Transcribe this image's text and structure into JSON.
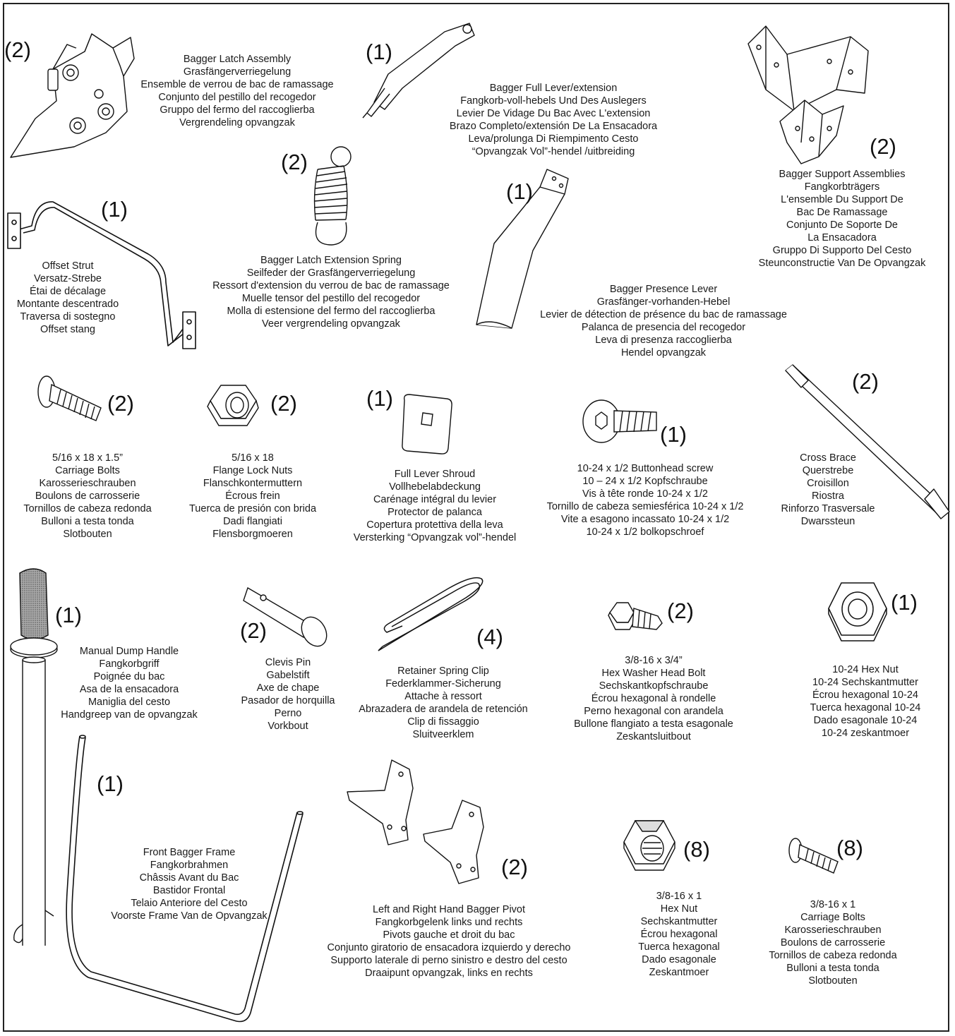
{
  "parts": [
    {
      "id": "bagger-latch-assembly",
      "qty": "(2)",
      "lines": [
        "Bagger Latch Assembly",
        "Grasfängerverriegelung",
        "Ensemble de verrou de bac de ramassage",
        "Conjunto del pestillo del recogedor",
        "Gruppo del fermo del raccoglierba",
        "Vergrendeling opvangzak"
      ]
    },
    {
      "id": "bagger-full-lever",
      "qty": "(1)",
      "lines": [
        "Bagger Full Lever/extension",
        "Fangkorb-voll-hebels Und Des Auslegers",
        "Levier De Vidage Du Bac Avec L'extension",
        "Brazo Completo/extensión De La Ensacadora",
        "Leva/prolunga Di Riempimento Cesto",
        "“Opvangzak Vol”-hendel /uitbreiding"
      ]
    },
    {
      "id": "bagger-support-assemblies",
      "qty": "(2)",
      "lines": [
        "Bagger Support Assemblies",
        "Fangkorbträgers",
        "L'ensemble Du Support De",
        "Bac De Ramassage",
        "Conjunto De Soporte De",
        "La Ensacadora",
        "Gruppo Di Supporto Del Cesto",
        "Steunconstructie Van De Opvangzak"
      ]
    },
    {
      "id": "offset-strut",
      "qty": "(1)",
      "lines": [
        "Offset Strut",
        "Versatz-Strebe",
        "Étai de décalage",
        "Montante descentrado",
        "Traversa di sostegno",
        "Offset stang"
      ]
    },
    {
      "id": "bagger-latch-extension-spring",
      "qty": "(2)",
      "lines": [
        "Bagger Latch Extension Spring",
        "Seilfeder der Grasfängerverriegelung",
        "Ressort d'extension du verrou de bac de ramassage",
        "Muelle tensor del pestillo del recogedor",
        "Molla di estensione del fermo del raccoglierba",
        "Veer vergrendeling opvangzak"
      ]
    },
    {
      "id": "bagger-presence-lever",
      "qty": "(1)",
      "lines": [
        "Bagger Presence Lever",
        "Grasfänger-vorhanden-Hebel",
        "Levier de détection de présence du bac de ramassage",
        "Palanca de presencia del recogedor",
        "Leva di presenza raccoglierba",
        "Hendel opvangzak"
      ]
    },
    {
      "id": "carriage-bolts-5-16",
      "qty": "(2)",
      "lines": [
        "5/16 x 18 x 1.5”",
        "Carriage Bolts",
        "Karosserieschrauben",
        "Boulons de carrosserie",
        "Tornillos de cabeza redonda",
        "Bulloni a testa tonda",
        "Slotbouten"
      ]
    },
    {
      "id": "flange-lock-nuts",
      "qty": "(2)",
      "lines": [
        "5/16 x 18",
        "Flange Lock Nuts",
        "Flanschkontermuttern",
        "Écrous frein",
        "Tuerca de presión con brida",
        "Dadi flangiati",
        "Flensborgmoeren"
      ]
    },
    {
      "id": "full-lever-shroud",
      "qty": "(1)",
      "lines": [
        "Full Lever Shroud",
        "Vollhebelabdeckung",
        "Carénage intégral du levier",
        "Protector de palanca",
        "Copertura protettiva della leva",
        "Versterking “Opvangzak vol”-hendel"
      ]
    },
    {
      "id": "buttonhead-screw",
      "qty": "(1)",
      "lines": [
        "10-24 x 1/2 Buttonhead screw",
        "10 – 24 x 1/2 Kopfschraube",
        "Vis à tête ronde 10-24 x 1/2",
        "Tornillo de cabeza semiesférica 10-24 x 1/2",
        "Vite a esagono incassato 10-24 x 1/2",
        "10-24 x 1/2 bolkopschroef"
      ]
    },
    {
      "id": "cross-brace",
      "qty": "(2)",
      "lines": [
        "Cross Brace",
        "Querstrebe",
        "Croisillon",
        "Riostra",
        "Rinforzo Trasversale",
        "Dwarssteun"
      ]
    },
    {
      "id": "manual-dump-handle",
      "qty": "(1)",
      "lines": [
        "Manual Dump Handle",
        "Fangkorbgriff",
        "Poignée du bac",
        "Asa de la ensacadora",
        "Maniglia del cesto",
        "Handgreep van de opvangzak"
      ]
    },
    {
      "id": "clevis-pin",
      "qty": "(2)",
      "lines": [
        "Clevis Pin",
        "Gabelstift",
        "Axe de chape",
        "Pasador de horquilla",
        "Perno",
        "Vorkbout"
      ]
    },
    {
      "id": "retainer-spring-clip",
      "qty": "(4)",
      "lines": [
        "Retainer Spring Clip",
        "Federklammer-Sicherung",
        "Attache à ressort",
        "Abrazadera de arandela de retención",
        "Clip di fissaggio",
        "Sluitveerklem"
      ]
    },
    {
      "id": "hex-washer-head-bolt",
      "qty": "(2)",
      "lines": [
        "3/8-16 x 3/4”",
        "Hex Washer Head Bolt",
        "Sechskantkopfschraube",
        "Écrou hexagonal à rondelle",
        "Perno hexagonal con arandela",
        "Bullone flangiato a testa esagonale",
        "Zeskantsluitbout"
      ]
    },
    {
      "id": "hex-nut-10-24",
      "qty": "(1)",
      "lines": [
        "10-24 Hex Nut",
        "10-24 Sechskantmutter",
        "Écrou hexagonal 10-24",
        "Tuerca hexagonal 10-24",
        "Dado esagonale 10-24",
        "10-24 zeskantmoer"
      ]
    },
    {
      "id": "front-bagger-frame",
      "qty": "(1)",
      "lines": [
        "Front Bagger Frame",
        "Fangkorbrahmen",
        "Châssis Avant du Bac",
        "Bastidor Frontal",
        "Telaio Anteriore del Cesto",
        "Voorste Frame Van de Opvangzak"
      ]
    },
    {
      "id": "bagger-pivot",
      "qty": "(2)",
      "lines": [
        "Left and Right Hand Bagger Pivot",
        "Fangkorbgelenk links und rechts",
        "Pivots gauche et droit du bac",
        "Conjunto giratorio de ensacadora izquierdo y derecho",
        "Supporto laterale di perno sinistro e destro del cesto",
        "Draaipunt opvangzak, links en rechts"
      ]
    },
    {
      "id": "hex-nut-3-8",
      "qty": "(8)",
      "lines": [
        "3/8-16 x 1",
        "Hex Nut",
        "Sechskantmutter",
        "Écrou hexagonal",
        "Tuerca hexagonal",
        "Dado esagonale",
        "Zeskantmoer"
      ]
    },
    {
      "id": "carriage-bolts-3-8",
      "qty": "(8)",
      "lines": [
        "3/8-16 x 1",
        "Carriage Bolts",
        "Karosserieschrauben",
        "Boulons de carrosserie",
        "Tornillos de cabeza redonda",
        "Bulloni a testa tonda",
        "Slotbouten"
      ]
    }
  ]
}
